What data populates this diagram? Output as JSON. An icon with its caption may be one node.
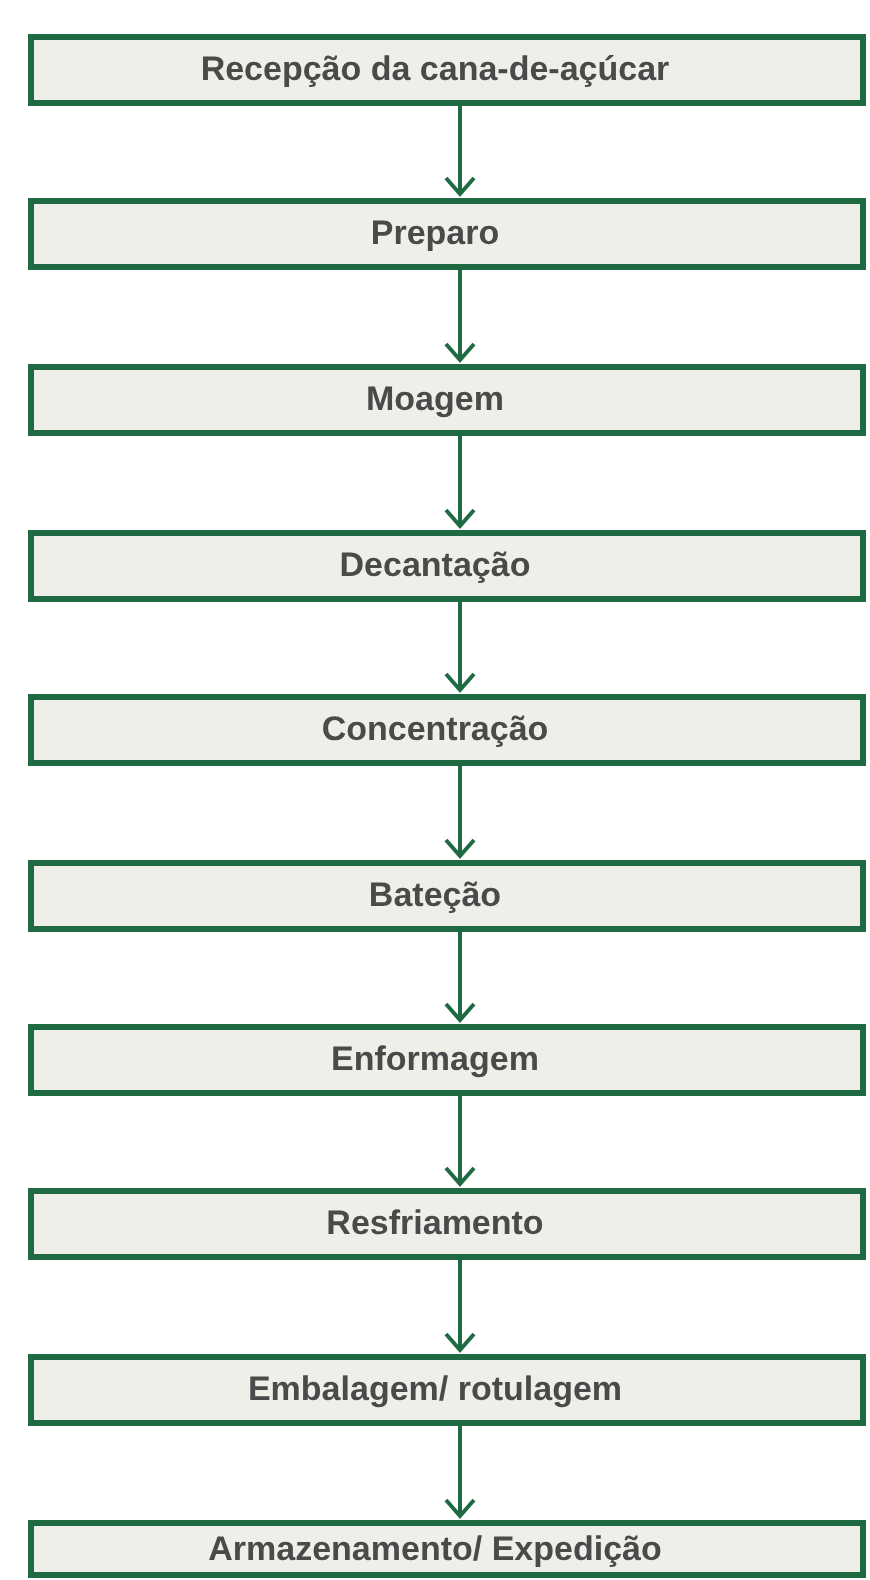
{
  "diagram": {
    "nodes": [
      {
        "text": [
          "Recepção da cana-de-açúcar"
        ]
      },
      {
        "text": [
          "Preparo"
        ]
      },
      {
        "text": [
          "Moagem"
        ]
      },
      {
        "text": [
          "Decantação"
        ]
      },
      {
        "text": [
          "Concentração"
        ]
      },
      {
        "text": [
          "Bateção"
        ]
      },
      {
        "text": [
          "Enformagem"
        ]
      },
      {
        "text": [
          "Resfriamento"
        ]
      },
      {
        "text": [
          "Embalagem/ rotulagem"
        ]
      },
      {
        "text": [
          "Armazenamento/ Expedição"
        ]
      }
    ],
    "edges": [
      {
        "from": 0,
        "to": 1,
        "arrow": "to"
      },
      {
        "from": 1,
        "to": 2,
        "arrow": "to"
      },
      {
        "from": 2,
        "to": 3,
        "arrow": "to"
      },
      {
        "from": 3,
        "to": 4,
        "arrow": "to"
      },
      {
        "from": 4,
        "to": 5,
        "arrow": "to"
      },
      {
        "from": 5,
        "to": 6,
        "arrow": "to"
      },
      {
        "from": 6,
        "to": 7,
        "arrow": "to"
      },
      {
        "from": 7,
        "to": 8,
        "arrow": "to"
      },
      {
        "from": 8,
        "to": 9,
        "arrow": "to"
      }
    ]
  }
}
